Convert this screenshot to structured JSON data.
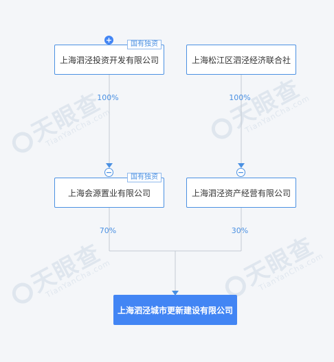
{
  "watermark": {
    "text": "天眼查",
    "sub": "TianYanCha.com"
  },
  "nodes": {
    "n1": {
      "name": "上海泗泾投资开发有限公司",
      "tag": "国有独资"
    },
    "n2": {
      "name": "上海松江区泗泾经济联合社"
    },
    "n3": {
      "name": "上海会源置业有限公司",
      "tag": "国有独资"
    },
    "n4": {
      "name": "上海泗泾资产经营有限公司"
    },
    "target": {
      "name": "上海泗泾城市更新建设有限公司"
    }
  },
  "edges": {
    "e1": {
      "label": "100%"
    },
    "e2": {
      "label": "100%"
    },
    "e3": {
      "label": "70%"
    },
    "e4": {
      "label": "30%"
    }
  },
  "icons": {
    "expand": "plus-circle-icon",
    "collapse": "minus-circle-icon"
  },
  "colors": {
    "accent": "#4285f4",
    "line": "#c3c9d2",
    "border": "#4a90e2"
  }
}
